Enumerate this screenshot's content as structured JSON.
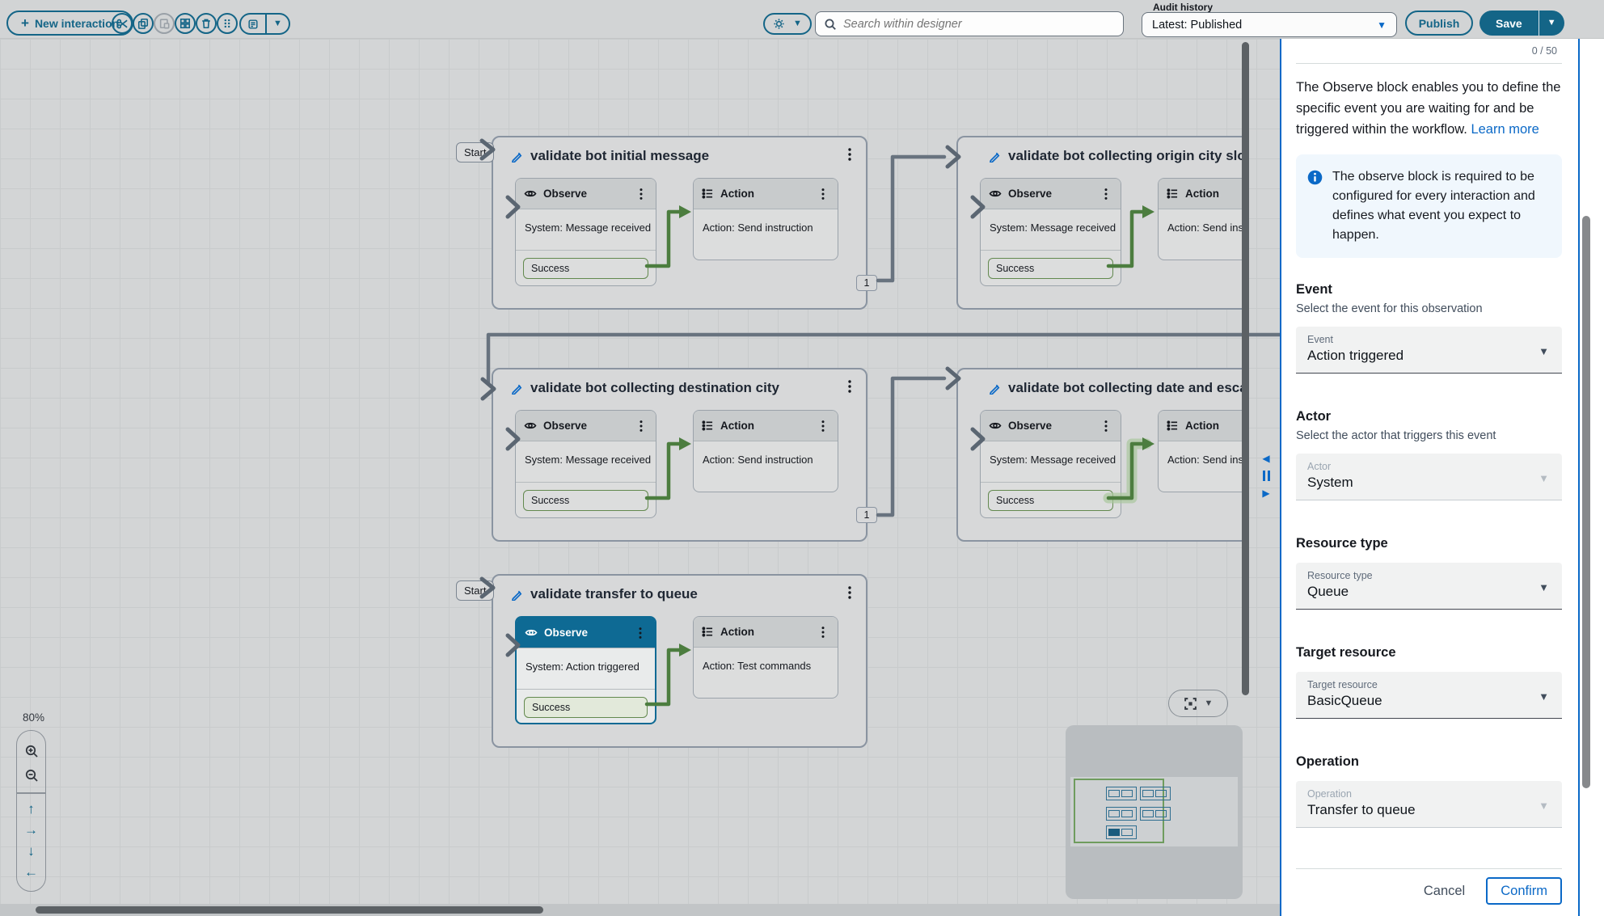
{
  "toolbar": {
    "new_interaction_label": "New interaction",
    "search_placeholder": "Search within designer",
    "audit_history_label": "Audit history",
    "audit_history_value": "Latest: Published",
    "publish_label": "Publish",
    "save_label": "Save"
  },
  "canvas": {
    "zoom_level": "80%",
    "blocks": [
      {
        "title": "validate bot initial message",
        "start_label": "Start",
        "badge": "1",
        "observe": {
          "header": "Observe",
          "body": "System: Message received",
          "chip": "Success"
        },
        "action": {
          "header": "Action",
          "body": "Action: Send instruction"
        }
      },
      {
        "title": "validate bot collecting origin city slot",
        "observe": {
          "header": "Observe",
          "body": "System: Message received",
          "chip": "Success"
        },
        "action": {
          "header": "Action",
          "body": "Action: Send instruction"
        }
      },
      {
        "title": "validate bot collecting destination city",
        "badge": "1",
        "observe": {
          "header": "Observe",
          "body": "System: Message received",
          "chip": "Success"
        },
        "action": {
          "header": "Action",
          "body": "Action: Send instruction"
        }
      },
      {
        "title": "validate bot collecting date and escalate to",
        "observe": {
          "header": "Observe",
          "body": "System: Message received",
          "chip": "Success"
        },
        "action": {
          "header": "Action",
          "body": "Action: Send instruction"
        }
      },
      {
        "title": "validate transfer to queue",
        "start_label": "Start",
        "observe": {
          "header": "Observe",
          "body": "System: Action triggered",
          "chip": "Success"
        },
        "action": {
          "header": "Action",
          "body": "Action: Test commands"
        }
      }
    ]
  },
  "panel": {
    "char_counter": "0 / 50",
    "description": "The Observe block enables you to define the specific event you are waiting for and be triggered within the workflow.",
    "learn_more": "Learn more",
    "info_text": "The observe block is required to be configured for every interaction and defines what event you expect to happen.",
    "fields": [
      {
        "heading": "Event",
        "description": "Select the event for this observation",
        "label": "Event",
        "value": "Action triggered"
      },
      {
        "heading": "Actor",
        "description": "Select the actor that triggers this event",
        "label": "Actor",
        "value": "System"
      },
      {
        "heading": "Resource type",
        "label": "Resource type",
        "value": "Queue"
      },
      {
        "heading": "Target resource",
        "label": "Target resource",
        "value": "BasicQueue"
      },
      {
        "heading": "Operation",
        "label": "Operation",
        "value": "Transfer to queue"
      }
    ],
    "cancel_label": "Cancel",
    "confirm_label": "Confirm"
  },
  "icons": {
    "plus": "+",
    "caret_down": "▼",
    "arrow_up": "↑",
    "arrow_right": "→",
    "arrow_down": "↓",
    "arrow_left": "←",
    "collapse_left": "◀",
    "collapse_right": "▶"
  },
  "colors": {
    "accent_teal": "#146587",
    "link_blue": "#0b69c7",
    "selected_header": "#0e6a94",
    "connector_green": "#4c7d3f",
    "connector_gray": "#68737f",
    "canvas_bg": "#d3d5d6"
  }
}
